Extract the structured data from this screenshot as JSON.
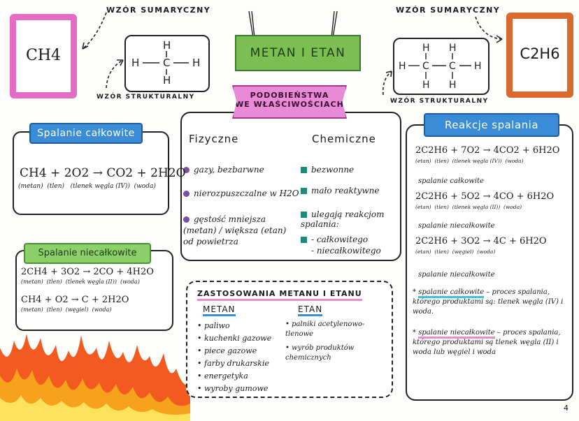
{
  "labels": {
    "wzor_sumaryczny_left": "WZÓR SUMARYCZNY",
    "wzor_strukturalny_left": "WZÓR STRUKTURALNY",
    "wzor_sumaryczny_right": "WZÓR SUMARYCZNY",
    "wzor_strukturalny_right": "WZÓR STRUKTURALNY"
  },
  "title": "METAN I ETAN",
  "methane": {
    "formula": "CH4"
  },
  "ethane": {
    "formula": "C2H6"
  },
  "similarities": {
    "title_line1": "PODOBIEŃSTWA",
    "title_line2": "WE WŁAŚCIWOŚCIACH",
    "col_physical": "Fizyczne",
    "col_chemical": "Chemiczne",
    "physical": [
      "gazy, bezbarwne",
      "nierozpuszczalne w H2O",
      "gęstość mniejsza (metan) / większa (etan) od powietrza"
    ],
    "chemical": [
      "bezwonne",
      "mało reaktywne",
      "ulegają reakcjom spalania:",
      "- całkowitego",
      "- niecałkowitego"
    ]
  },
  "complete_combustion": {
    "title": "Spalanie całkowite",
    "equation": "CH4 + 2O2 → CO2 + 2H2O",
    "annotation": "(metan)  (tlen)   (tlenek węgla (IV))  (woda)"
  },
  "incomplete_combustion": {
    "title": "Spalanie niecałkowite",
    "eq1": "2CH4 + 3O2 → 2CO + 4H2O",
    "ann1": "(metan)  (tlen)  (tlenek węgla (II))  (woda)",
    "eq2": "CH4 + O2 → C + 2H2O",
    "ann2": "(metan)  (tlen)  (węgiel)  (woda)"
  },
  "uses": {
    "title": "ZASTOSOWANIA METANU I ETANU",
    "metan_head": "METAN",
    "etan_head": "ETAN",
    "metan": [
      "paliwo",
      "kuchenki gazowe",
      "piece gazowe",
      "farby drukarskie",
      "energetyka",
      "wyroby gumowe"
    ],
    "etan": [
      "palniki acetylenowo-tlenowe",
      "wyrób produktów chemicznych"
    ]
  },
  "reactions": {
    "title": "Reakcje spalania",
    "eq1": "2C2H6 + 7O2 → 4CO2 + 6H2O",
    "ann1": "(etan)  (tlen)  (tlenek węgla (IV))  (woda)",
    "lab1": "spalanie całkowite",
    "eq2": "2C2H6 + 5O2 → 4CO + 6H2O",
    "ann2": "(etan)  (tlen)  (tlenek węgla (II))  (woda)",
    "lab2": "spalanie niecałkowite",
    "eq3": "2C2H6 + 3O2 → 4C + 6H2O",
    "ann3": "(etan)  (tlen)  (węgiel)  (woda)",
    "lab3": "spalanie niecałkowite",
    "def1_term": "spalanie całkowite",
    "def1_rest": " – proces spalania, którego produktami są: tlenek węgla (IV) i woda.",
    "def2_term": "spalanie niecałkowite",
    "def2_rest": " – proces spalania, którego produktami są tlenek węgla (II) i woda lub węgiel i woda"
  },
  "page_number": "4"
}
